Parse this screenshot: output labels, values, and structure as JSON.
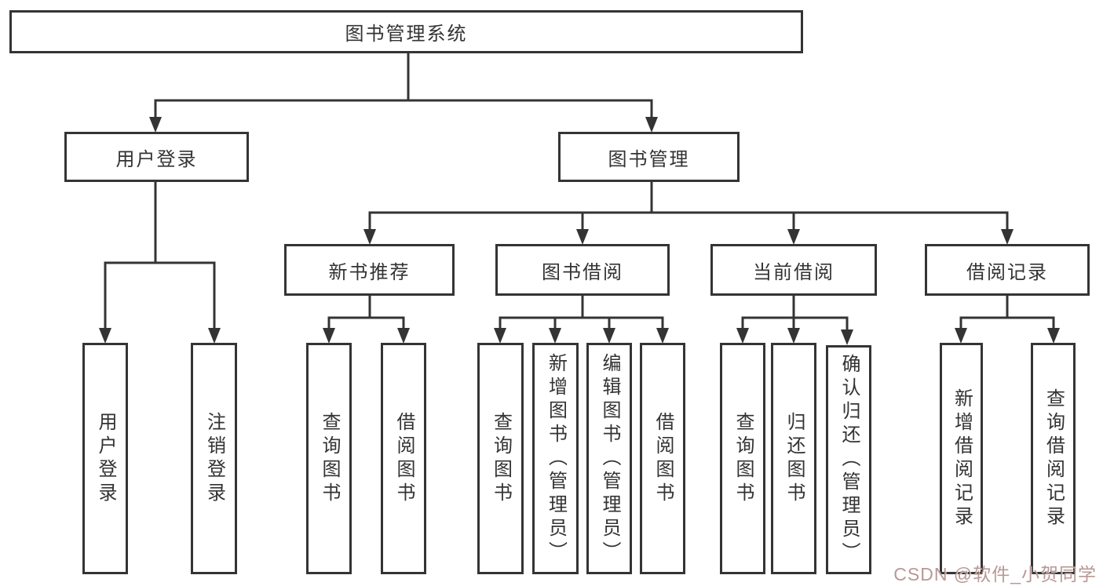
{
  "diagram": {
    "type": "hierarchy-tree",
    "tree": {
      "label": "图书管理系统",
      "children": [
        {
          "label": "用户登录",
          "children": [
            {
              "label": "用户登录"
            },
            {
              "label": "注销登录"
            }
          ]
        },
        {
          "label": "图书管理",
          "children": [
            {
              "label": "新书推荐",
              "children": [
                {
                  "label": "查询图书"
                },
                {
                  "label": "借阅图书"
                }
              ]
            },
            {
              "label": "图书借阅",
              "children": [
                {
                  "label": "查询图书"
                },
                {
                  "label": "新增图书（管理员）"
                },
                {
                  "label": "编辑图书（管理员）"
                },
                {
                  "label": "借阅图书"
                }
              ]
            },
            {
              "label": "当前借阅",
              "children": [
                {
                  "label": "查询图书"
                },
                {
                  "label": "归还图书"
                },
                {
                  "label": "确认归还（管理员）"
                }
              ]
            },
            {
              "label": "借阅记录",
              "children": [
                {
                  "label": "新增借阅记录"
                },
                {
                  "label": "查询借阅记录"
                }
              ]
            }
          ]
        }
      ]
    },
    "colors": {
      "line": "#343434",
      "box_border": "#343434",
      "text": "#333333",
      "background": "#ffffff",
      "watermark": "#ac8683"
    }
  },
  "watermark": {
    "text": "CSDN @软件_小贺同学"
  }
}
